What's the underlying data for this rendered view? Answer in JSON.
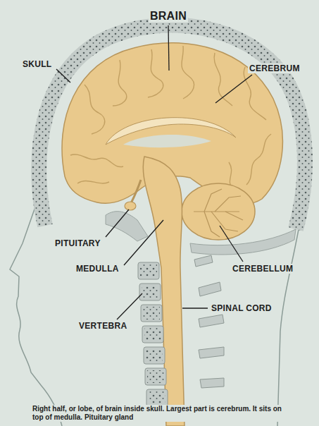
{
  "diagram": {
    "caption": "Right half, or lobe, of brain inside skull. Largest part is cerebrum. It sits on top of medulla. Pituitary gland",
    "labels": [
      "BRAIN",
      "SKULL",
      "CEREBRUM",
      "PITUITARY",
      "MEDULLA",
      "CEREBELLUM",
      "SPINAL CORD",
      "VERTEBRA"
    ]
  }
}
